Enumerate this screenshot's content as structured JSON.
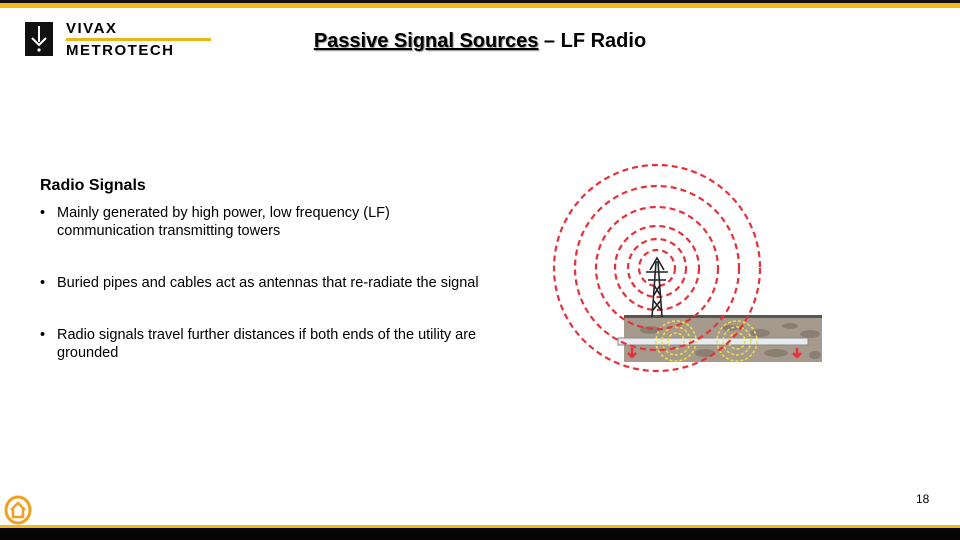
{
  "logo": {
    "line1": "VIVAX",
    "line2": "METROTECH"
  },
  "title": {
    "main": "Passive Signal Sources",
    "suffix": " – LF Radio"
  },
  "section": {
    "heading": "Radio Signals",
    "bullets": [
      "Mainly generated by high power, low frequency (LF) communication transmitting towers",
      "Buried pipes and cables act as antennas that re-radiate the signal",
      "Radio signals travel further distances if both ends of the utility are grounded"
    ]
  },
  "footer": {
    "page_number": "18",
    "home_icon": "home-icon"
  },
  "colors": {
    "accent": "#f2b81c",
    "wave": "#e8303a",
    "reradiate": "#f0e040",
    "soil": "#a59a8c"
  }
}
